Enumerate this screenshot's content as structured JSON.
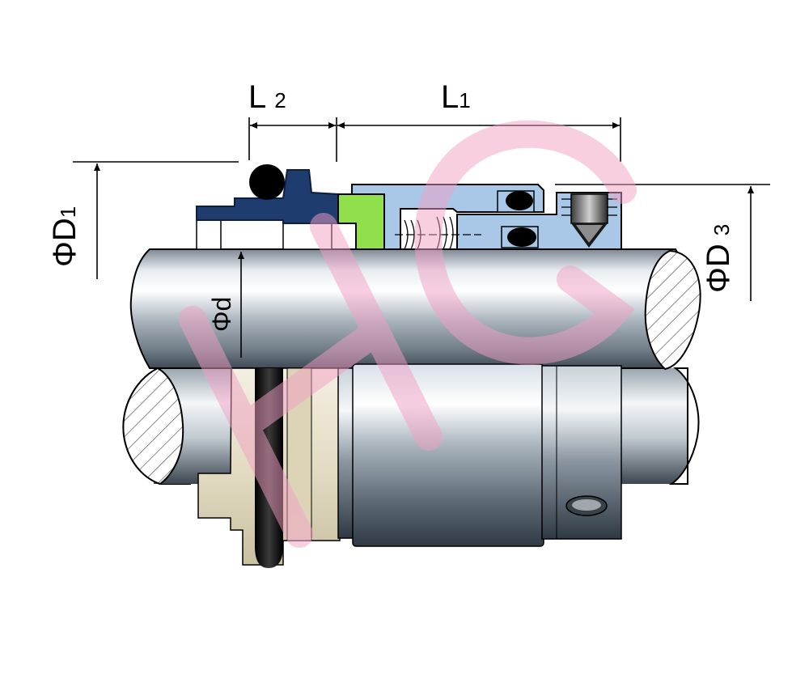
{
  "dimensions": {
    "l2": {
      "main": "L",
      "sub": "2"
    },
    "l1": {
      "main": "L",
      "sub": "1"
    },
    "d1": {
      "main": "ΦD",
      "sub": "1"
    },
    "d3": {
      "main": "ΦD",
      "sub": "3"
    },
    "d": {
      "main": "Φd"
    }
  },
  "watermark": {
    "text": "HG",
    "color": "#f2a0c4"
  },
  "colors": {
    "rotating_ring": "#1f3c6e",
    "face_ring": "#8fe04a",
    "bellows_housing": "#a9c8e8",
    "o_ring": "#000000",
    "stationary_seat": "#e9e1c8",
    "seal_body": "#4f5d6a"
  }
}
